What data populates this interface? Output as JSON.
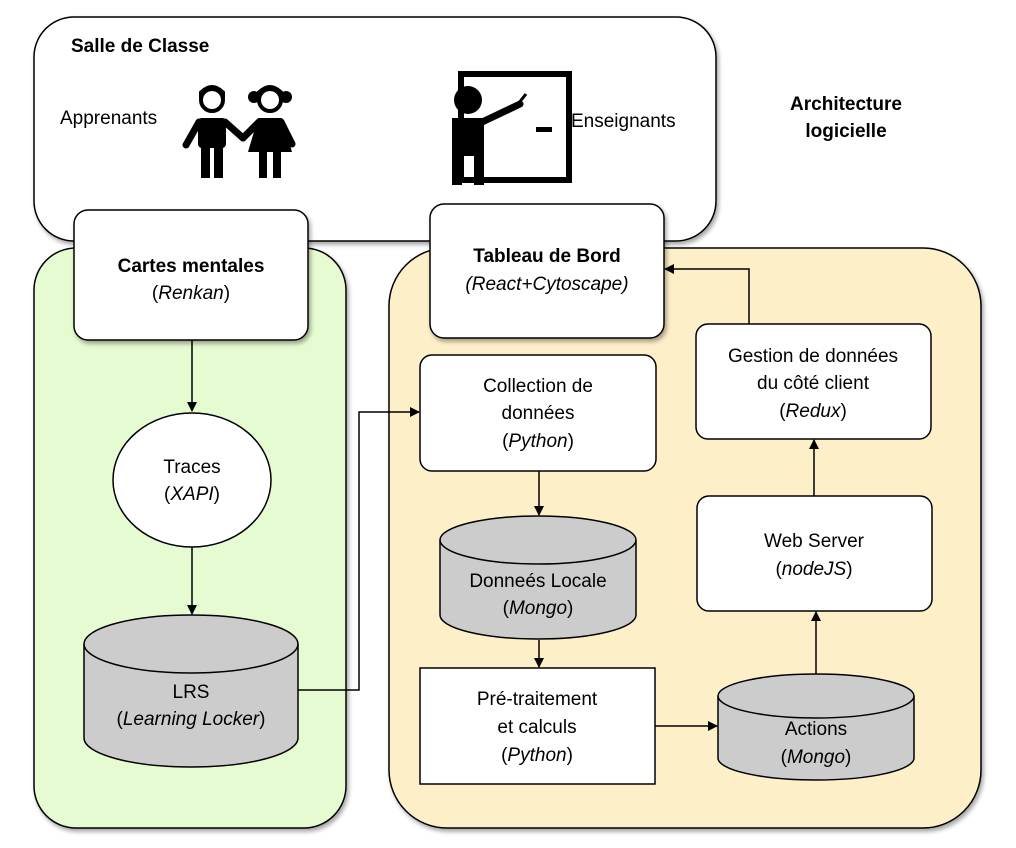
{
  "classroom": {
    "title": "Salle de Classe",
    "learners_label": "Apprenants",
    "teachers_label": "Enseignants"
  },
  "architecture_label": {
    "line1": "Architecture",
    "line2": "logicielle"
  },
  "mindmaps": {
    "title": "Cartes mentales",
    "tech": "Renkan"
  },
  "traces": {
    "title": "Traces",
    "tech": "XAPI"
  },
  "lrs": {
    "title": "LRS",
    "tech": "Learning Locker"
  },
  "dashboard": {
    "title": "Tableau de Bord",
    "tech": "React+Cytoscape"
  },
  "collection": {
    "line1": "Collection de",
    "line2": "données",
    "tech": "Python"
  },
  "local_data": {
    "title": "Donneés Locale",
    "tech": "Mongo"
  },
  "preprocessing": {
    "line1": "Pré-traitement",
    "line2": "et calculs",
    "tech": "Python"
  },
  "actions": {
    "title": "Actions",
    "tech": "Mongo"
  },
  "web_server": {
    "title": "Web Server",
    "tech": "nodeJS"
  },
  "client_data": {
    "line1": "Gestion de données",
    "line2": "du côté client",
    "tech": "Redux"
  },
  "colors": {
    "green_panel": "#e6fbd2",
    "orange_panel": "#fdefc8",
    "database_fill": "#cccccc",
    "stroke": "#000000"
  }
}
